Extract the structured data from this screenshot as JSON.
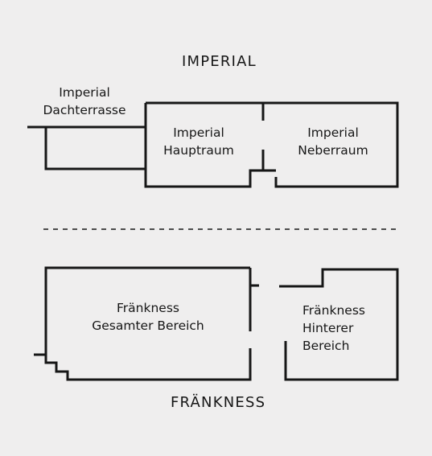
{
  "sections": {
    "imperial": {
      "title": "IMPERIAL",
      "rooms": {
        "dachterrasse": {
          "line1": "Imperial",
          "line2": "Dachterrasse"
        },
        "hauptraum": {
          "line1": "Imperial",
          "line2": "Hauptraum"
        },
        "neberraum": {
          "line1": "Imperial",
          "line2": "Neberraum"
        }
      }
    },
    "fraenkness": {
      "title": "FRÄNKNESS",
      "rooms": {
        "gesamter_bereich": {
          "line1": "Fränkness",
          "line2": "Gesamter Bereich"
        },
        "hinterer_bereich": {
          "line1": "Fränkness",
          "line2": "Hinterer",
          "line3": "Bereich"
        }
      }
    }
  },
  "colors": {
    "background": "#efeeee",
    "ink": "#161616"
  }
}
